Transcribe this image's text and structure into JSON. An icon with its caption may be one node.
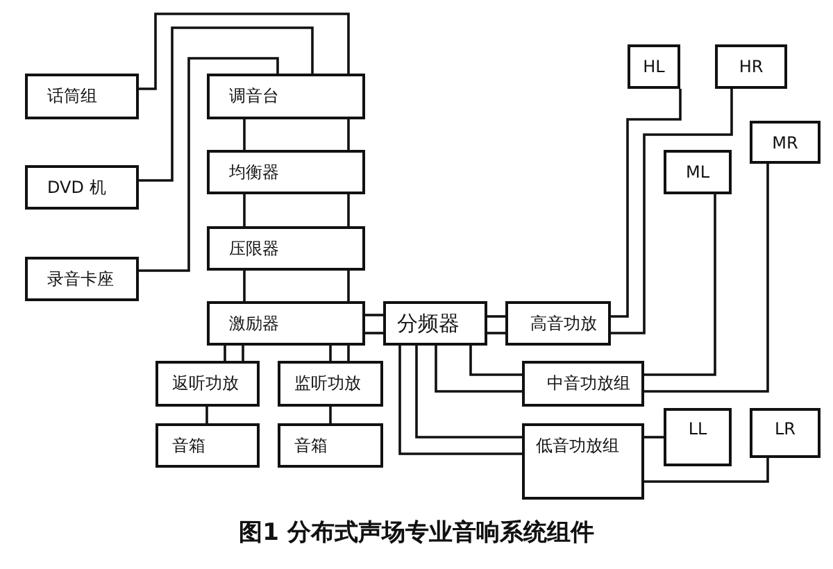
{
  "diagram": {
    "caption": "图1 分布式声场专业音响系统组件",
    "nodes": [
      {
        "text": [
          "话筒组"
        ]
      },
      {
        "text": [
          "DVD 机"
        ]
      },
      {
        "text": [
          "录音卡座"
        ]
      },
      {
        "text": [
          "调音台"
        ]
      },
      {
        "text": [
          "均衡器"
        ]
      },
      {
        "text": [
          "压限器"
        ]
      },
      {
        "text": [
          "激励器"
        ]
      },
      {
        "text": [
          "返听功放"
        ]
      },
      {
        "text": [
          "监听功放"
        ]
      },
      {
        "text": [
          "音箱"
        ]
      },
      {
        "text": [
          "音箱"
        ]
      },
      {
        "text": [
          "分频器"
        ]
      },
      {
        "text": [
          "高音功放"
        ]
      },
      {
        "text": [
          "中音功放组"
        ]
      },
      {
        "text": [
          "低音功放组"
        ]
      },
      {
        "text": [
          "HL"
        ]
      },
      {
        "text": [
          "HR"
        ]
      },
      {
        "text": [
          "ML"
        ]
      },
      {
        "text": [
          "MR"
        ]
      },
      {
        "text": [
          "LL"
        ]
      },
      {
        "text": [
          "LR"
        ]
      }
    ],
    "edges": [
      {
        "from": 0,
        "to": 3,
        "arrow": "none"
      },
      {
        "from": 1,
        "to": 3,
        "arrow": "none"
      },
      {
        "from": 2,
        "to": 3,
        "arrow": "none"
      },
      {
        "from": 3,
        "to": 4,
        "arrow": "none"
      },
      {
        "from": 3,
        "to": 4,
        "arrow": "none"
      },
      {
        "from": 4,
        "to": 5,
        "arrow": "none"
      },
      {
        "from": 4,
        "to": 5,
        "arrow": "none"
      },
      {
        "from": 5,
        "to": 6,
        "arrow": "none"
      },
      {
        "from": 5,
        "to": 6,
        "arrow": "none"
      },
      {
        "from": 6,
        "to": 11,
        "arrow": "none"
      },
      {
        "from": 6,
        "to": 11,
        "arrow": "none"
      },
      {
        "from": 6,
        "to": 7,
        "arrow": "none"
      },
      {
        "from": 6,
        "to": 7,
        "arrow": "none"
      },
      {
        "from": 6,
        "to": 8,
        "arrow": "none"
      },
      {
        "from": 6,
        "to": 8,
        "arrow": "none"
      },
      {
        "from": 7,
        "to": 9,
        "arrow": "none"
      },
      {
        "from": 8,
        "to": 10,
        "arrow": "none"
      },
      {
        "from": 11,
        "to": 12,
        "arrow": "none"
      },
      {
        "from": 11,
        "to": 12,
        "arrow": "none"
      },
      {
        "from": 11,
        "to": 13,
        "arrow": "none"
      },
      {
        "from": 11,
        "to": 13,
        "arrow": "none"
      },
      {
        "from": 11,
        "to": 14,
        "arrow": "none"
      },
      {
        "from": 11,
        "to": 14,
        "arrow": "none"
      },
      {
        "from": 12,
        "to": 15,
        "arrow": "none"
      },
      {
        "from": 12,
        "to": 16,
        "arrow": "none"
      },
      {
        "from": 13,
        "to": 17,
        "arrow": "none"
      },
      {
        "from": 13,
        "to": 18,
        "arrow": "none"
      },
      {
        "from": 14,
        "to": 19,
        "arrow": "none"
      },
      {
        "from": 14,
        "to": 20,
        "arrow": "none"
      }
    ]
  }
}
